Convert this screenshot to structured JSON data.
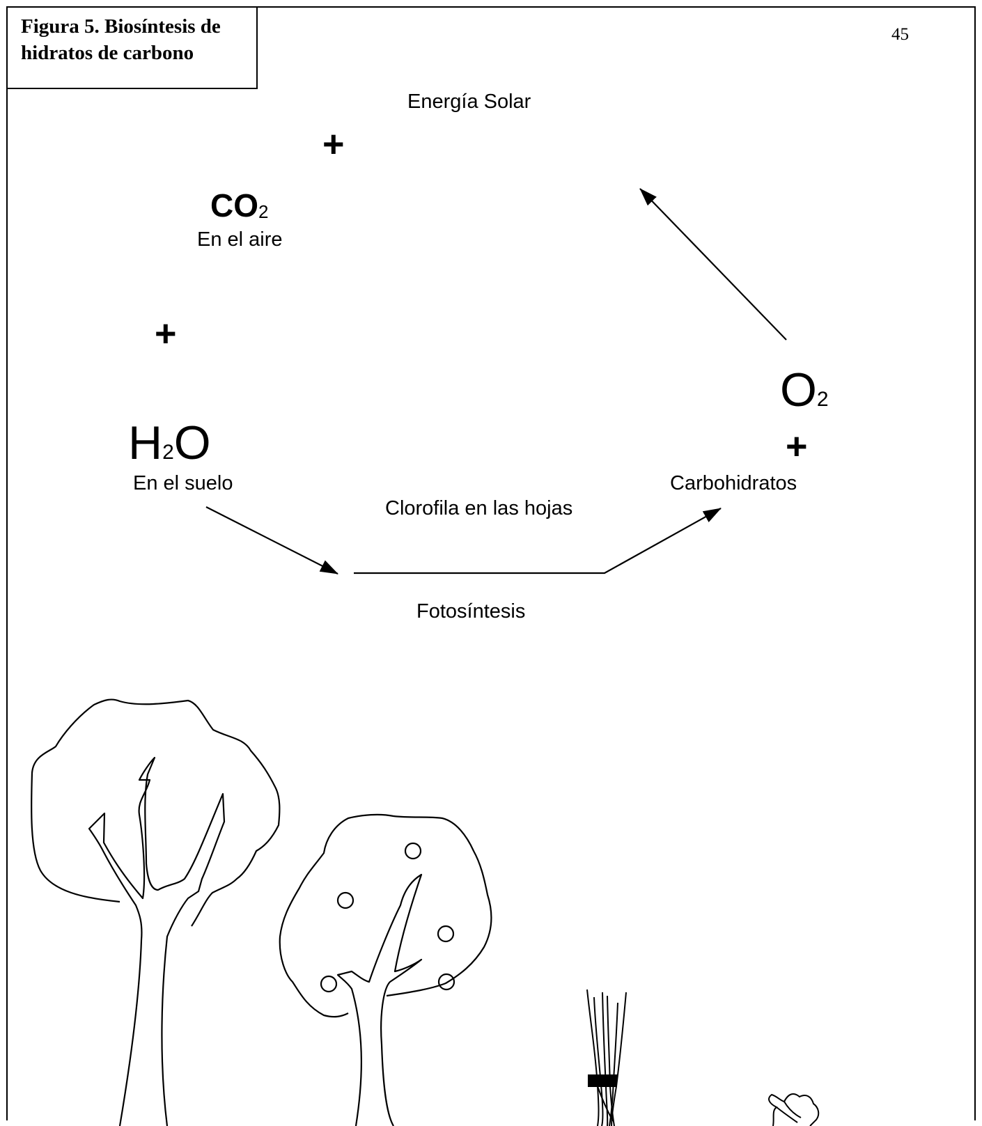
{
  "figure": {
    "title_line1": "Figura 5. Biosíntesis de",
    "title_line2": "hidratos de carbono",
    "page_number": "45"
  },
  "diagram": {
    "energy": "Energía Solar",
    "co2": {
      "base": "CO",
      "sub": "2",
      "label": "En el aire"
    },
    "h2o": {
      "pre": "H",
      "sub": "2",
      "post": "O",
      "label": "En el suelo"
    },
    "o2": {
      "base": "O",
      "sub": "2"
    },
    "carbs": "Carbohidratos",
    "chlorophyll": "Clorofila en las hojas",
    "process": "Fotosíntesis",
    "plus": "+"
  }
}
